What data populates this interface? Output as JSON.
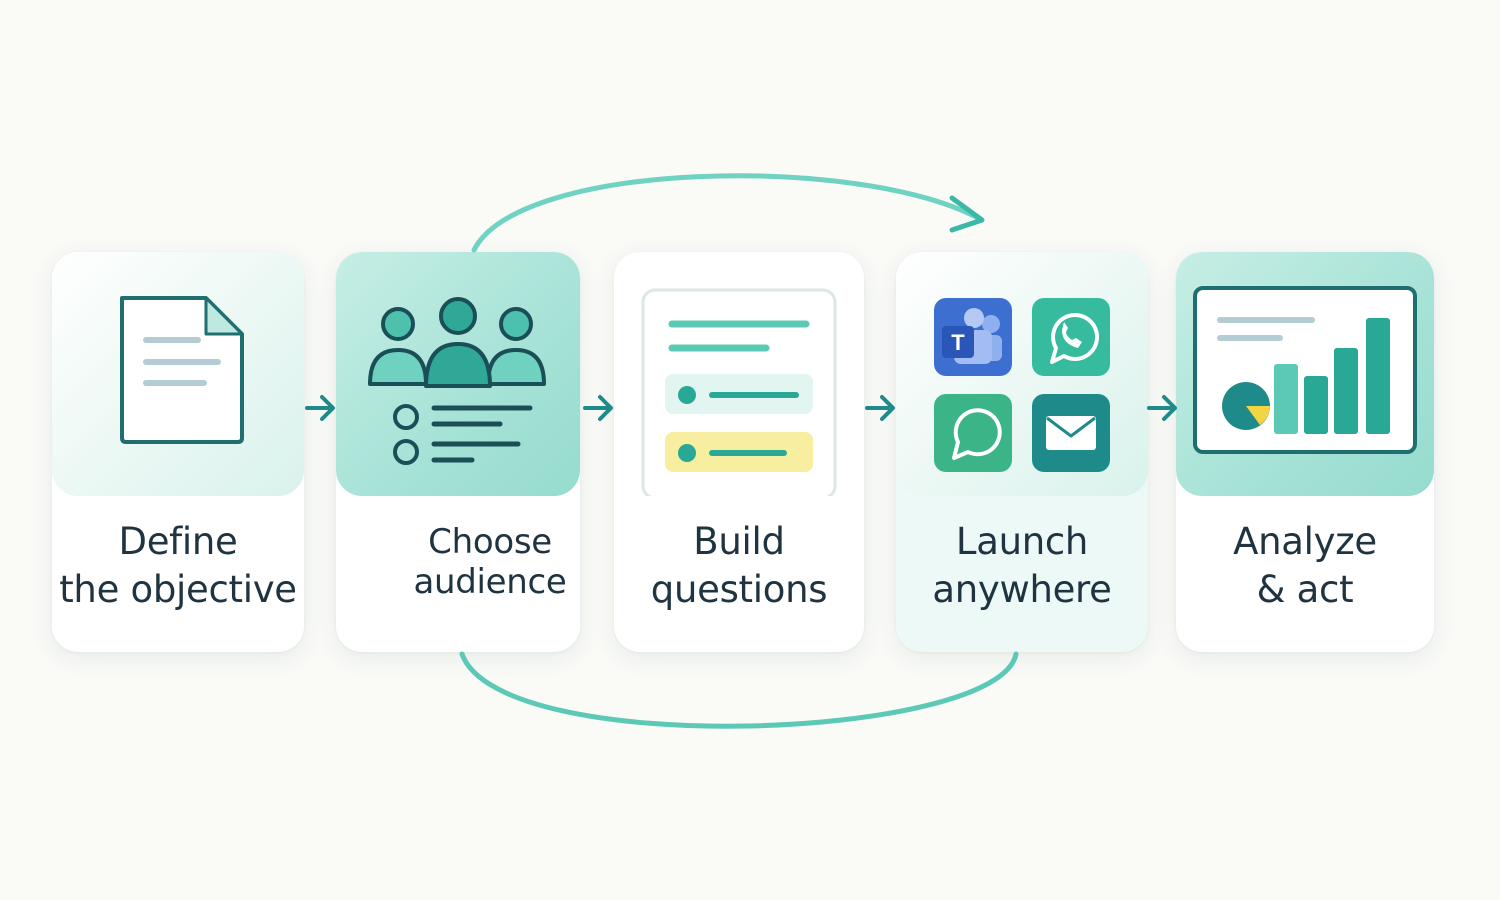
{
  "steps": [
    {
      "line1": "Define",
      "line2": "the objective",
      "icon": "document-icon"
    },
    {
      "line1": "Choose",
      "line2": "audience",
      "icon": "audience-icon"
    },
    {
      "line1": "Build",
      "line2": "questions",
      "icon": "question-form-icon"
    },
    {
      "line1": "Launch",
      "line2": "anywhere",
      "icon": "channels-icon"
    },
    {
      "line1": "Analyze",
      "line2": "& act",
      "icon": "dashboard-icon"
    }
  ],
  "channels": [
    "teams-icon",
    "whatsapp-icon",
    "chat-bubble-icon",
    "email-icon"
  ],
  "colors": {
    "accent": "#2aa896",
    "accent_dark": "#1f6f70",
    "loop": "#6fd2c2",
    "text": "#1f3340",
    "highlight": "#f7eea0",
    "teams": "#3d6fd0"
  }
}
